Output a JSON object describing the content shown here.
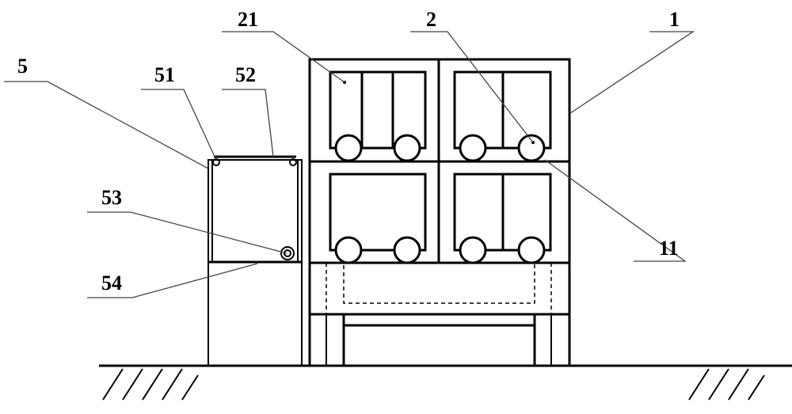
{
  "labels": {
    "l1": "1",
    "l2": "2",
    "l11": "11",
    "l21": "21",
    "l5": "5",
    "l51": "51",
    "l52": "52",
    "l53": "53",
    "l54": "54"
  }
}
